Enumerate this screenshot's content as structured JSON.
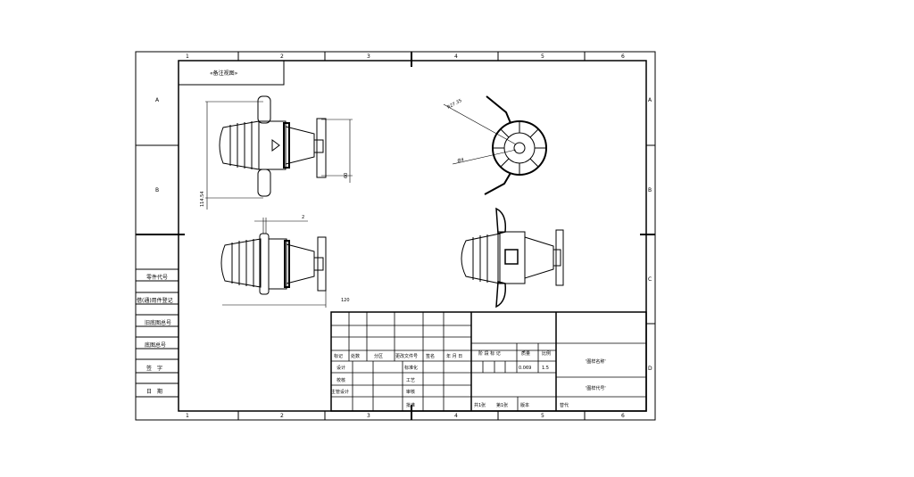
{
  "zones": {
    "columns": [
      "1",
      "2",
      "3",
      "4",
      "5",
      "6"
    ],
    "rows": [
      "A",
      "B",
      "C",
      "D"
    ]
  },
  "view_label": "«备注视图»",
  "dimensions": {
    "height": "114.54",
    "flange": "60",
    "gap": "2",
    "length": "120",
    "radius": "R27.35",
    "diameter": "Ø4"
  },
  "side_panel": [
    "借(通)用件登记",
    "旧底图总号",
    "底图总号",
    "签　字",
    "日　期",
    "零件代号"
  ],
  "title_block": {
    "header": [
      "标记",
      "处数",
      "分区",
      "更改文件号",
      "签名",
      "年 月 日"
    ],
    "roles": [
      "设计",
      "校核",
      "主管设计",
      "标准化",
      "工艺",
      "审核",
      "批准"
    ],
    "stage_label": "阶 段 标 记",
    "weight_label": "质量",
    "scale_label": "比例",
    "weight": "0.069",
    "scale": "1.5",
    "drawing_name": "'图样名称'",
    "drawing_code": "'图样代号'",
    "sheets_total": "共1张",
    "sheet_no": "第1张",
    "version": "版本",
    "replace": "替代"
  }
}
